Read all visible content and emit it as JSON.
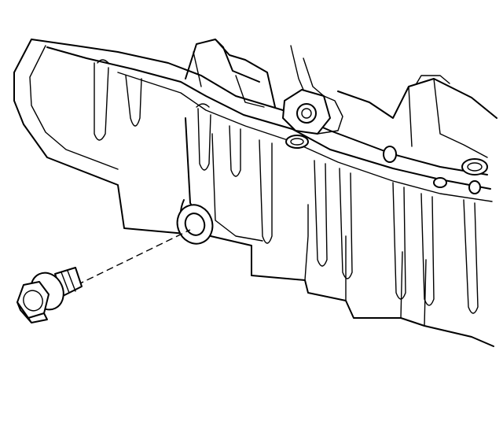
{
  "illustration": {
    "subject": "oil-pan-drain-plug",
    "colors": {
      "line": "#000000",
      "background": "#ffffff"
    },
    "parts": [
      {
        "id": "oil-pan",
        "icon": "oil-pan-outline"
      },
      {
        "id": "drain-plug-washer",
        "icon": "washer-ring"
      },
      {
        "id": "drain-plug-bolt",
        "icon": "hex-flange-bolt"
      }
    ]
  }
}
